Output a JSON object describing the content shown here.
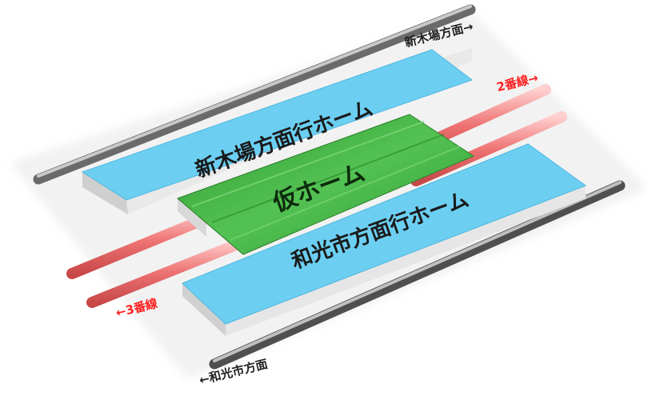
{
  "diagram": {
    "platforms": {
      "upper": "新木場方面行ホーム",
      "temporary": "仮ホーム",
      "lower": "和光市方面行ホーム"
    },
    "labels": {
      "top_right": "新木場方面→",
      "bottom_left": "←和光市方面",
      "track_2": "2番線→",
      "track_3": "←3番線"
    },
    "colors": {
      "platform_blue": "#6ccff2",
      "temporary_green": "#3aa83a",
      "rail_gray": "#8a8a8a",
      "rail_red": "#ef6f6f",
      "label_red": "#ff2020"
    }
  }
}
